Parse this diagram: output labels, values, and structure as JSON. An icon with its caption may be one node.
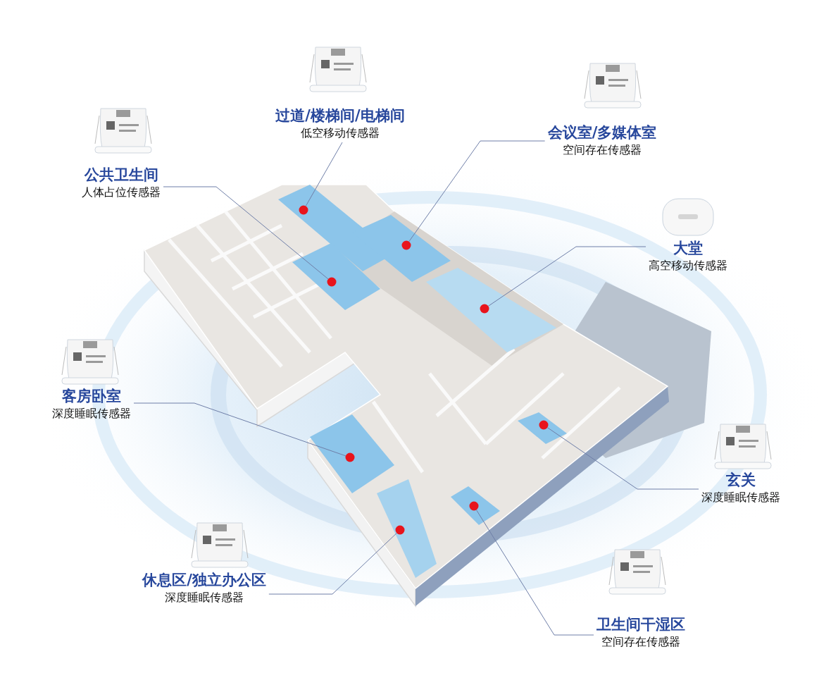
{
  "diagram": {
    "nodes": [
      {
        "text": [
          "过道/楼梯间/电梯间",
          "低空移动传感器"
        ]
      },
      {
        "text": [
          "公共卫生间",
          "人体占位传感器"
        ]
      },
      {
        "text": [
          "会议室/多媒体室",
          "空间存在传感器"
        ]
      },
      {
        "text": [
          "大堂",
          "高空移动传感器"
        ]
      },
      {
        "text": [
          "客房卧室",
          "深度睡眠传感器"
        ]
      },
      {
        "text": [
          "玄关",
          "深度睡眠传感器"
        ]
      },
      {
        "text": [
          "休息区/独立办公区",
          "深度睡眠传感器"
        ]
      },
      {
        "text": [
          "卫生间干湿区",
          "空间存在传感器"
        ]
      },
      {
        "text": [],
        "shape": "circle"
      },
      {
        "text": [],
        "shape": "circle"
      },
      {
        "text": [],
        "shape": "circle"
      },
      {
        "text": [],
        "shape": "circle"
      },
      {
        "text": [],
        "shape": "circle"
      },
      {
        "text": [],
        "shape": "circle"
      },
      {
        "text": [],
        "shape": "circle"
      },
      {
        "text": [],
        "shape": "circle"
      }
    ],
    "edges": [
      {
        "from": 0,
        "to": 8,
        "arrow": "none"
      },
      {
        "from": 1,
        "to": 9,
        "arrow": "none"
      },
      {
        "from": 2,
        "to": 10,
        "arrow": "none"
      },
      {
        "from": 3,
        "to": 11,
        "arrow": "none"
      },
      {
        "from": 4,
        "to": 12,
        "arrow": "none"
      },
      {
        "from": 5,
        "to": 13,
        "arrow": "none"
      },
      {
        "from": 6,
        "to": 14,
        "arrow": "none"
      },
      {
        "from": 7,
        "to": 15,
        "arrow": "none"
      }
    ]
  }
}
